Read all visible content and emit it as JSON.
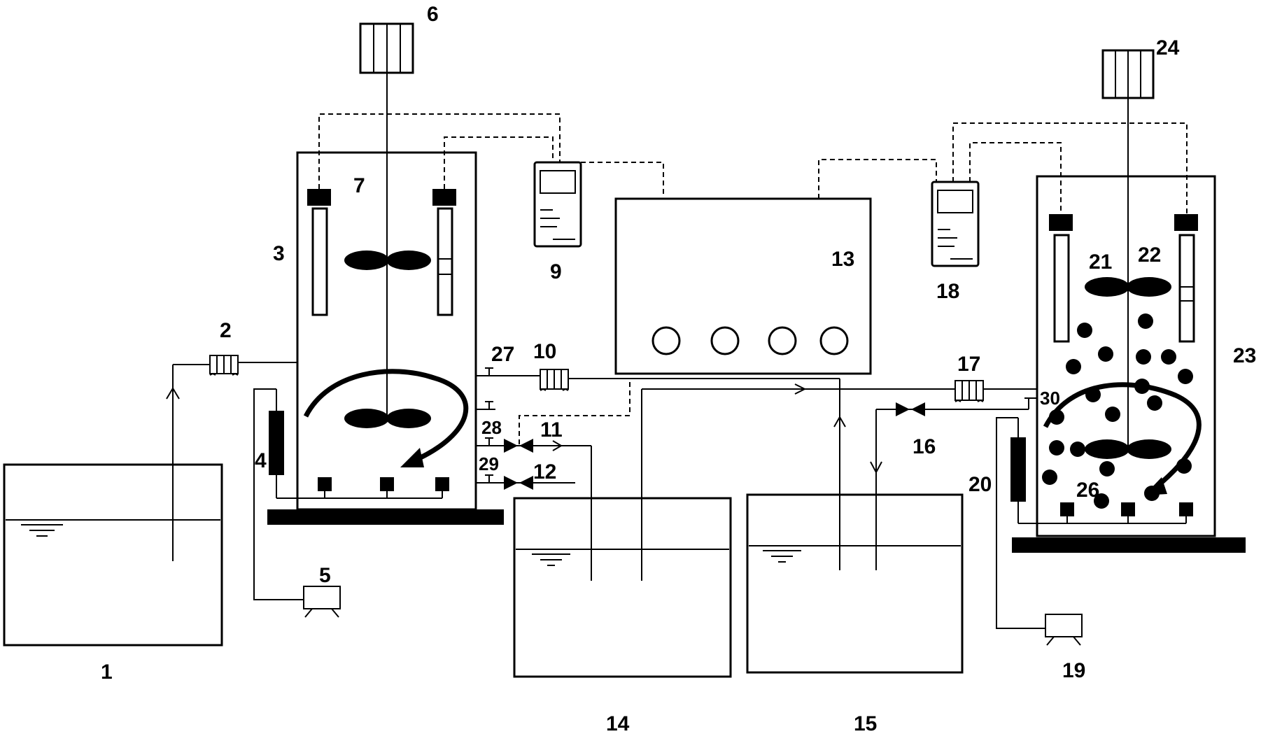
{
  "labels": {
    "l1": "1",
    "l2": "2",
    "l3": "3",
    "l4": "4",
    "l5": "5",
    "l6": "6",
    "l7": "7",
    "l9": "9",
    "l10": "10",
    "l11": "11",
    "l12": "12",
    "l13": "13",
    "l14": "14",
    "l15": "15",
    "l16": "16",
    "l17": "17",
    "l18": "18",
    "l19": "19",
    "l20": "20",
    "l21": "21",
    "l22": "22",
    "l23": "23",
    "l24": "24",
    "l26": "26",
    "l27": "27",
    "l28": "28",
    "l29": "29",
    "l30": "30"
  }
}
